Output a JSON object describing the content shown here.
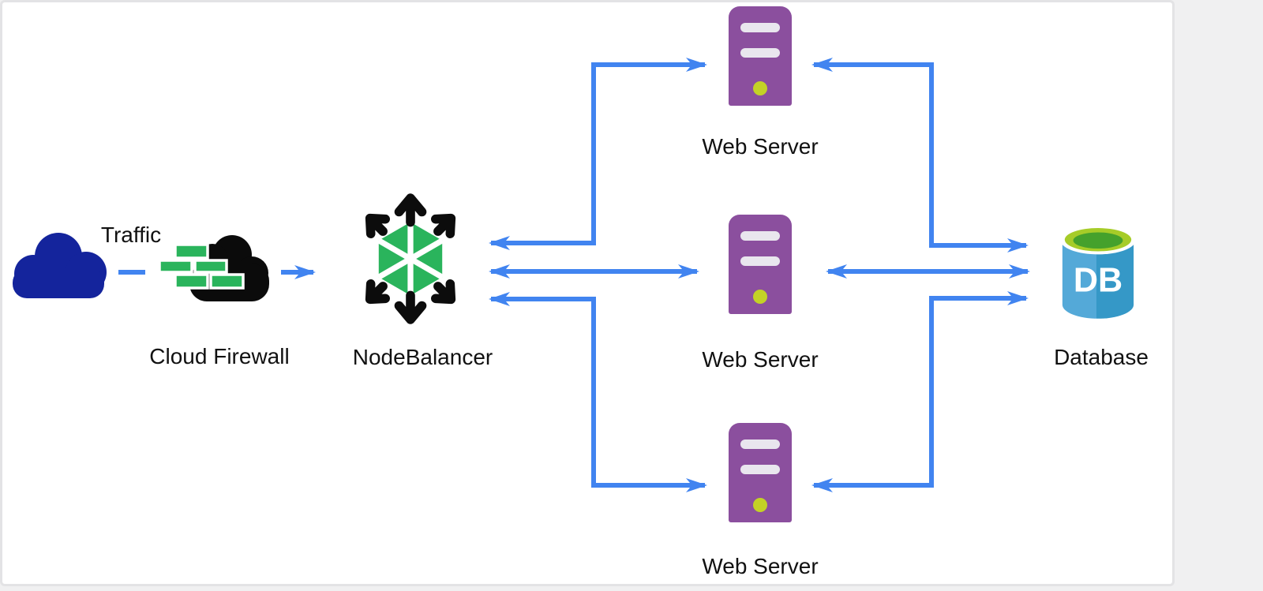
{
  "canvas": {
    "page_background": "#f0f0f1",
    "card_background": "#ffffff",
    "card_border": "#e3e3e5"
  },
  "colors": {
    "arrow_blue": "#4184f0",
    "traffic_cloud_navy": "#14249c",
    "firewall_cloud_black": "#0b0b0b",
    "brick_green": "#2ab45c",
    "nodebalancer_green": "#2ab45c",
    "server_purple": "#8b4f9e",
    "server_led_lime": "#c3d226",
    "server_slot_gray": "#e9e6ee",
    "db_blue_light": "#54a9d8",
    "db_blue_dark": "#3598c7",
    "db_top_lime": "#a6cc28",
    "db_top_green": "#45a12c",
    "label_color": "#111111"
  },
  "nodes": {
    "traffic": {
      "label": "Traffic",
      "icon": "cloud-icon"
    },
    "firewall": {
      "label": "Cloud Firewall",
      "icon": "cloud-brick-firewall-icon"
    },
    "nodebalancer": {
      "label": "NodeBalancer",
      "icon": "hexagon-arrows-icon"
    },
    "web_server_top": {
      "label": "Web Server",
      "icon": "server-tower-icon"
    },
    "web_server_middle": {
      "label": "Web Server",
      "icon": "server-tower-icon"
    },
    "web_server_bottom": {
      "label": "Web Server",
      "icon": "server-tower-icon"
    },
    "database": {
      "label": "Database",
      "badge": "DB",
      "icon": "database-cylinder-icon"
    }
  },
  "edges": [
    {
      "from": "traffic",
      "to": "firewall",
      "style": "dash",
      "arrows": "none"
    },
    {
      "from": "firewall",
      "to": "nodebalancer",
      "style": "solid",
      "arrows": "forward"
    },
    {
      "from": "nodebalancer",
      "to": "web_server_top",
      "style": "elbow",
      "arrows": "both"
    },
    {
      "from": "nodebalancer",
      "to": "web_server_middle",
      "style": "solid",
      "arrows": "both"
    },
    {
      "from": "nodebalancer",
      "to": "web_server_bottom",
      "style": "elbow",
      "arrows": "both"
    },
    {
      "from": "web_server_top",
      "to": "database",
      "style": "elbow",
      "arrows": "both"
    },
    {
      "from": "web_server_middle",
      "to": "database",
      "style": "solid",
      "arrows": "both"
    },
    {
      "from": "web_server_bottom",
      "to": "database",
      "style": "elbow",
      "arrows": "both"
    }
  ]
}
